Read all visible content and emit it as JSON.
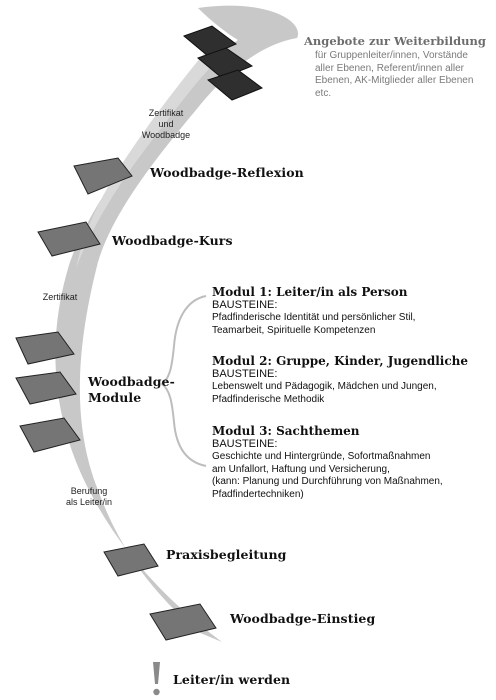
{
  "colors": {
    "arc": "#c8c8c8",
    "diamond": "#757575",
    "diamond_top": "#2f2f2f",
    "brace": "#bdbdbd",
    "exclaim": "#8a8a8a",
    "offer_text": "#7a7a7a"
  },
  "offer": {
    "title": "Angebote zur Weiterbildung",
    "text": "für Gruppenleiter/innen, Vorstände\naller Ebenen, Referent/innen aller\nEbenen, AK-Mitglieder aller Ebenen\netc."
  },
  "notes": {
    "zertifikat_woodbadge": "Zertifikat\nund\nWoodbadge",
    "zertifikat": "Zertifikat",
    "berufung": "Berufung\nals Leiter/in"
  },
  "stages": {
    "reflexion": "Woodbadge-Reflexion",
    "kurs": "Woodbadge-Kurs",
    "module_line1": "Woodbadge-",
    "module_line2": "Module",
    "praxis": "Praxisbegleitung",
    "einstieg": "Woodbadge-Einstieg",
    "leiter": "Leiter/in werden"
  },
  "modules": [
    {
      "title": "Modul 1: Leiter/in als Person",
      "bausteine": "BAUSTEINE:",
      "content": "Pfadfinderische Identität und persönlicher Stil,\nTeamarbeit, Spirituelle Kompetenzen"
    },
    {
      "title": "Modul 2: Gruppe, Kinder, Jugendliche",
      "bausteine": "BAUSTEINE:",
      "content": "Lebenswelt und Pädagogik, Mädchen und Jungen,\nPfadfinderische Methodik"
    },
    {
      "title": "Modul 3: Sachthemen",
      "bausteine": "BAUSTEINE:",
      "content": "Geschichte und Hintergründe, Sofortmaßnahmen\nam Unfallort, Haftung und Versicherung,\n(kann: Planung und Durchführung von Maßnahmen,\nPfadfindertechniken)"
    }
  ]
}
